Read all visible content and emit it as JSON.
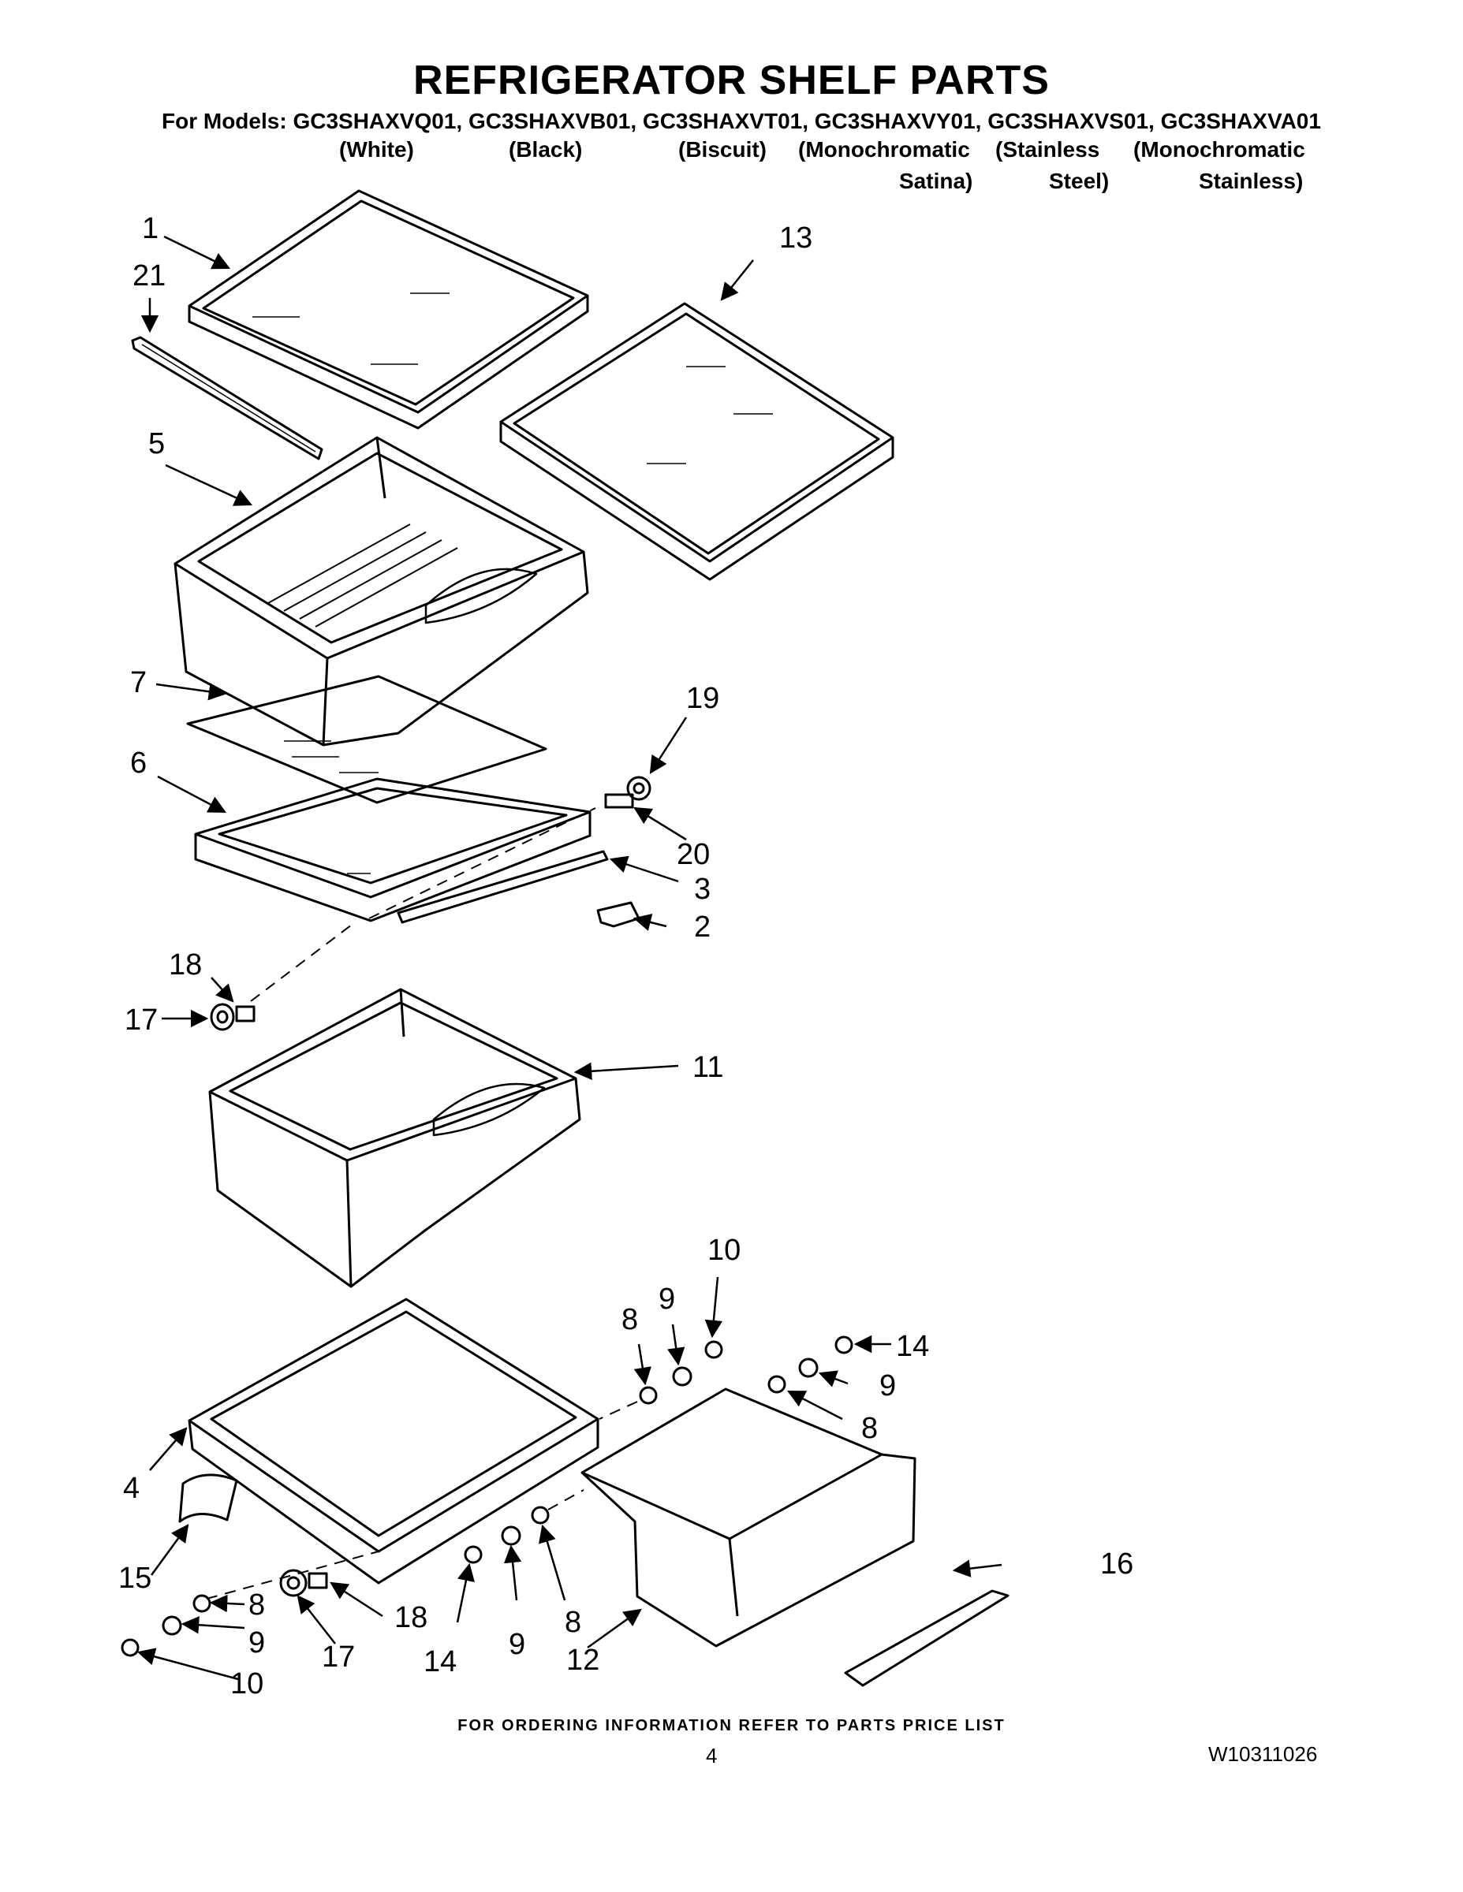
{
  "title": "REFRIGERATOR SHELF PARTS",
  "models_line": "For Models: GC3SHAXVQ01, GC3SHAXVB01, GC3SHAXVT01, GC3SHAXVY01, GC3SHAXVS01, GC3SHAXVA01",
  "model_descriptions": [
    {
      "line1": "(White)",
      "line2": ""
    },
    {
      "line1": "(Black)",
      "line2": ""
    },
    {
      "line1": "(Biscuit)",
      "line2": ""
    },
    {
      "line1": "(Monochromatic",
      "line2": "Satina)"
    },
    {
      "line1": "(Stainless",
      "line2": "Steel)"
    },
    {
      "line1": "(Monochromatic",
      "line2": "Stainless)"
    }
  ],
  "callouts": {
    "c1": "1",
    "c21": "21",
    "c13": "13",
    "c5": "5",
    "c7": "7",
    "c19": "19",
    "c6": "6",
    "c20": "20",
    "c3": "3",
    "c2": "2",
    "c18a": "18",
    "c17a": "17",
    "c11": "11",
    "c10a": "10",
    "c9a": "9",
    "c8a": "8",
    "c14a": "14",
    "c9b": "9",
    "c8b": "8",
    "c4": "4",
    "c16": "16",
    "c15": "15",
    "c8c": "8",
    "c18b": "18",
    "c9c": "9",
    "c17b": "17",
    "c14b": "14",
    "c9d": "9",
    "c8d": "8",
    "c12": "12",
    "c10b": "10"
  },
  "footer": "FOR ORDERING INFORMATION REFER TO PARTS PRICE LIST",
  "page_number": "4",
  "document_number": "W10311026"
}
